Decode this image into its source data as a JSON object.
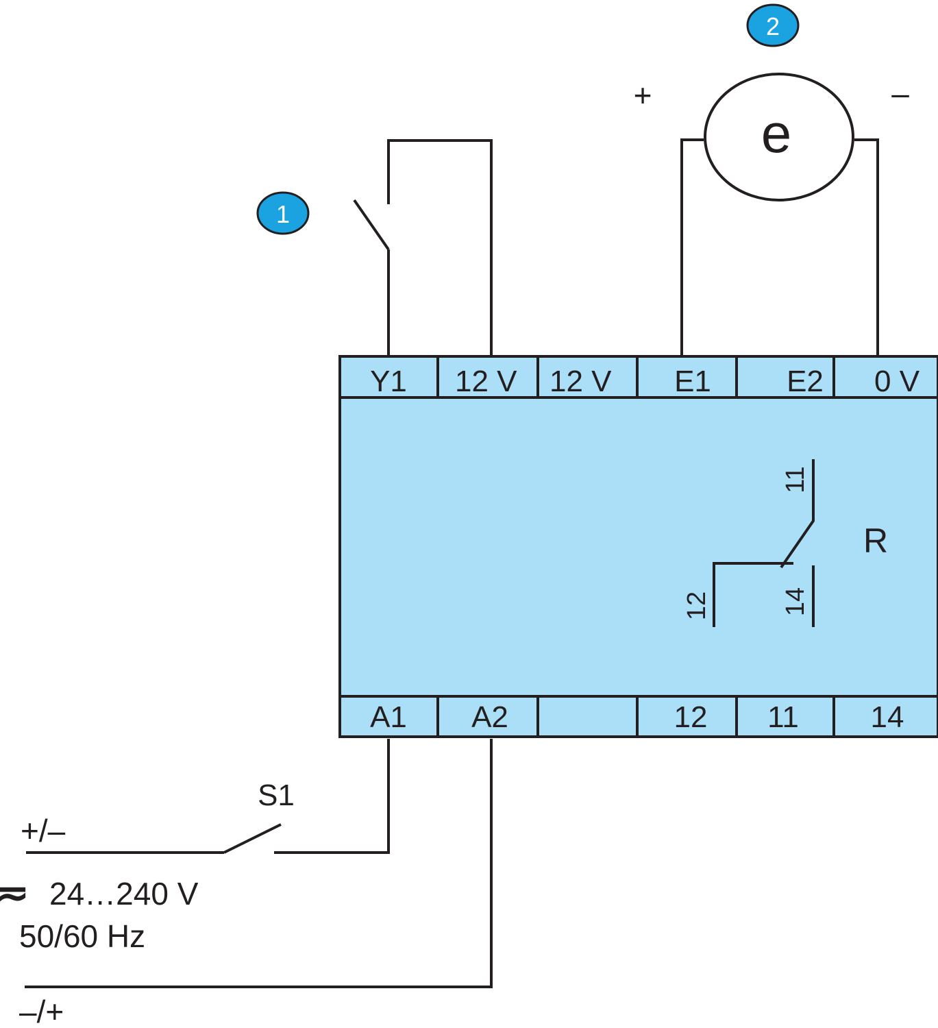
{
  "terminals_top": [
    "Y1",
    "12 V",
    "12 V",
    "E1",
    "E2",
    "0 V"
  ],
  "terminals_bottom": [
    "A1",
    "A2",
    "",
    "12",
    "11",
    "14"
  ],
  "callouts": [
    "1",
    "2"
  ],
  "sensor": {
    "symbol": "e",
    "plus": "+",
    "minus": "–"
  },
  "relay": {
    "name": "R",
    "contacts": [
      "11",
      "12",
      "14"
    ]
  },
  "supply": {
    "switch": "S1",
    "line_top": "+/–",
    "ac_dc_symbol": "≂",
    "voltage": "24…240 V",
    "frequency": "50/60 Hz",
    "line_bottom": "–/+"
  },
  "colors": {
    "module_fill": "#abdff8",
    "callout_fill": "#1aa3e0",
    "line": "#231f20"
  }
}
